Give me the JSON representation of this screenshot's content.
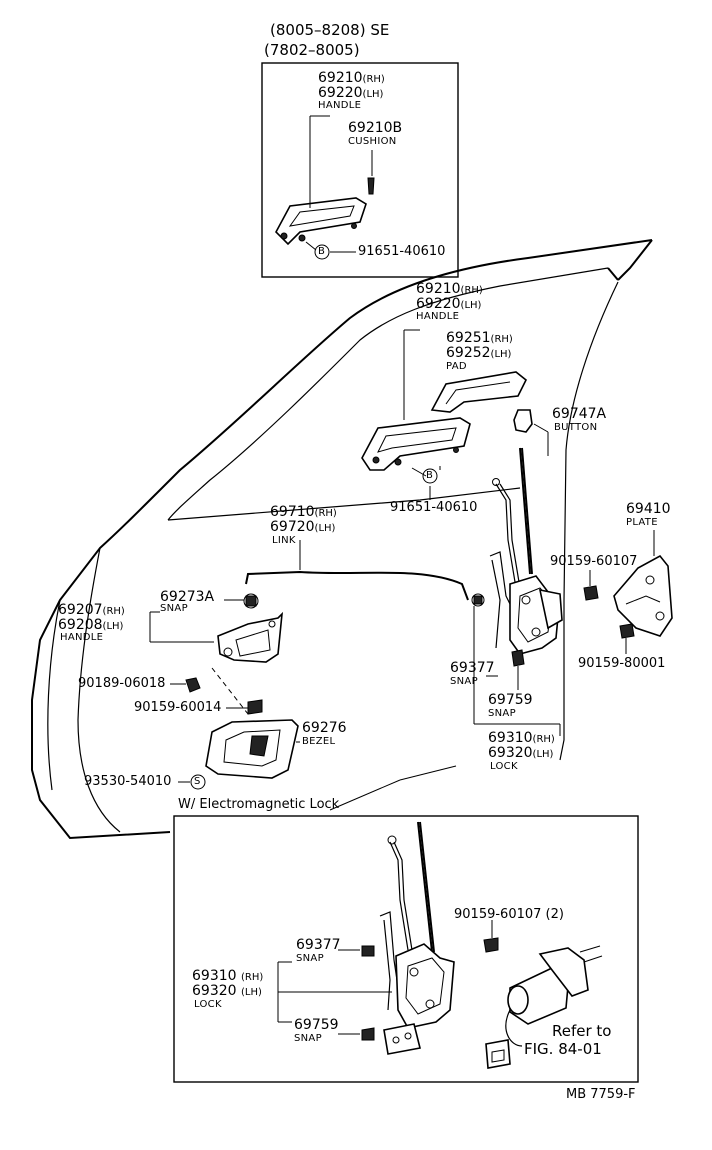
{
  "header": {
    "line1": "(8005–8208)  SE",
    "line2": "(7802–8005)"
  },
  "se_box": {
    "handle_rh": "69210",
    "handle_rh_suffix": "(RH)",
    "handle_lh": "69220",
    "handle_lh_suffix": "(LH)",
    "handle_name": "HANDLE",
    "cushion_no": "69210B",
    "cushion_name": "CUSHION",
    "bolt_mark": "B",
    "bolt_no": "91651-40610"
  },
  "main": {
    "handle_rh": "69210",
    "handle_rh_suffix": "(RH)",
    "handle_lh": "69220",
    "handle_lh_suffix": "(LH)",
    "handle_name": "HANDLE",
    "pad_rh": "69251",
    "pad_rh_suffix": "(RH)",
    "pad_lh": "69252",
    "pad_lh_suffix": "(LH)",
    "pad_name": "PAD",
    "button_no": "69747A",
    "button_name": "BUTTON",
    "bolt_mark": "B",
    "bolt_no": "91651-40610",
    "link_rh": "69710",
    "link_rh_suffix": "(RH)",
    "link_lh": "69720",
    "link_lh_suffix": "(LH)",
    "link_name": "LINK",
    "plate_no": "69410",
    "plate_name": "PLATE",
    "screw_upper": "90159-60107",
    "screw_lower": "90159-80001",
    "snap_a_no": "69273A",
    "snap_a_name": "SNAP",
    "inner_handle_rh": "69207",
    "inner_handle_rh_suffix": "(RH)",
    "inner_handle_lh": "69208",
    "inner_handle_lh_suffix": "(LH)",
    "inner_handle_name": "HANDLE",
    "nut_no": "90189-06018",
    "screw_inner": "90159-60014",
    "bezel_no": "69276",
    "bezel_name": "BEZEL",
    "screw_s_mark": "S",
    "screw_s_no": "93530-54010",
    "snap_377_no": "69377",
    "snap_377_name": "SNAP",
    "snap_759_no": "69759",
    "snap_759_name": "SNAP",
    "lock_rh": "69310",
    "lock_rh_suffix": "(RH)",
    "lock_lh": "69320",
    "lock_lh_suffix": "(LH)",
    "lock_name": "LOCK"
  },
  "em_box": {
    "title": "W/ Electromagnetic Lock",
    "snap_377_no": "69377",
    "snap_377_name": "SNAP",
    "lock_rh": "69310",
    "lock_rh_suffix": "(RH)",
    "lock_lh": "69320",
    "lock_lh_suffix": "(LH)",
    "lock_name": "LOCK",
    "snap_759_no": "69759",
    "snap_759_name": "SNAP",
    "screw_no": "90159-60107 (2)",
    "refer_line1": "Refer to",
    "refer_line2": "FIG. 84-01"
  },
  "footer": {
    "code": "MB  7759-F"
  }
}
